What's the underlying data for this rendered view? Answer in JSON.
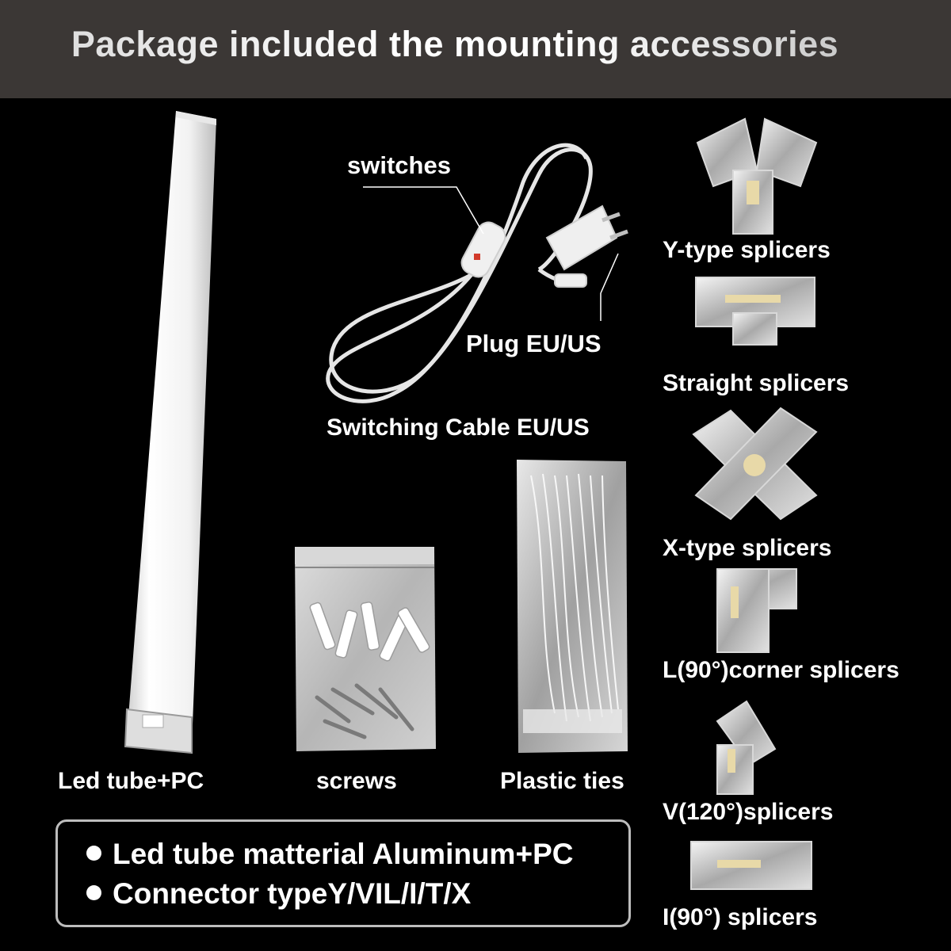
{
  "header": {
    "title": "Package included the mounting accessories"
  },
  "products": {
    "led_tube": "Led tube+PC",
    "screws": "screws",
    "plastic_ties": "Plastic ties",
    "switching_cable": "Switching Cable EU/US",
    "switches": "switches",
    "plug": "Plug EU/US"
  },
  "splicers": {
    "y_type": "Y-type splicers",
    "straight": "Straight splicers",
    "x_type": "X-type splicers",
    "l_corner": "L(90°)corner splicers",
    "v_type": "V(120°)splicers",
    "i_type": "I(90°) splicers"
  },
  "notes": [
    "Led tube matterial Aluminum+PC",
    "Connector typeY/VIL/I/T/X"
  ],
  "colors": {
    "header_bg": "#3b3735",
    "page_bg": "#000000",
    "text": "#ffffff"
  }
}
